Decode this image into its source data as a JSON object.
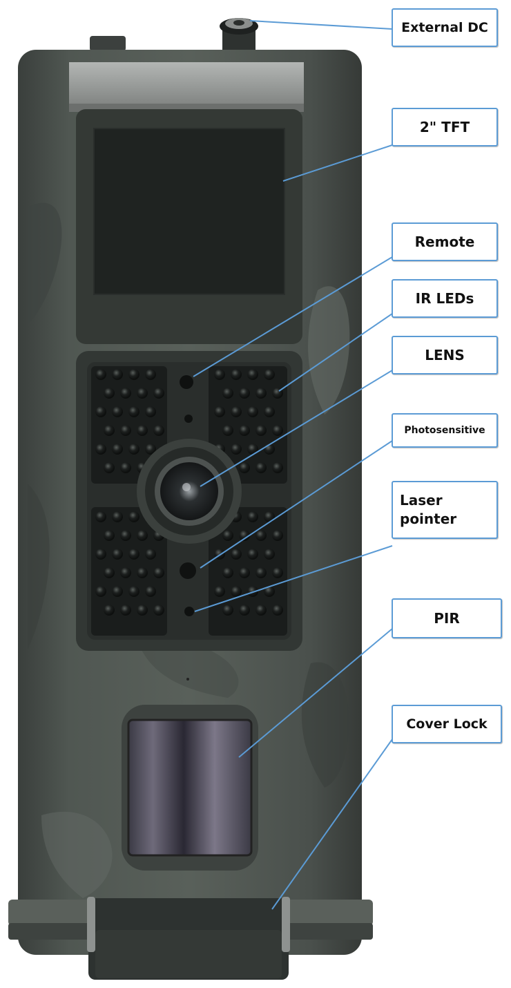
{
  "colors": {
    "callout_border": "#5b9bd5",
    "leader_line": "#5b9bd5",
    "body_camo": "#4e5550",
    "body_dark": "#373c39",
    "panel_dark": "#272b29",
    "hood_gray": "#9a9d9b"
  },
  "callouts": [
    {
      "id": "external-dc",
      "label": "External DC"
    },
    {
      "id": "tft",
      "label": "2\" TFT"
    },
    {
      "id": "remote",
      "label": "Remote"
    },
    {
      "id": "ir-leds",
      "label": "IR LEDs"
    },
    {
      "id": "lens",
      "label": "LENS"
    },
    {
      "id": "photosensitive",
      "label": "Photosensitive"
    },
    {
      "id": "laser-pointer",
      "label": "Laser\npointer"
    },
    {
      "id": "pir",
      "label": "PIR"
    },
    {
      "id": "cover-lock",
      "label": "Cover Lock"
    }
  ]
}
